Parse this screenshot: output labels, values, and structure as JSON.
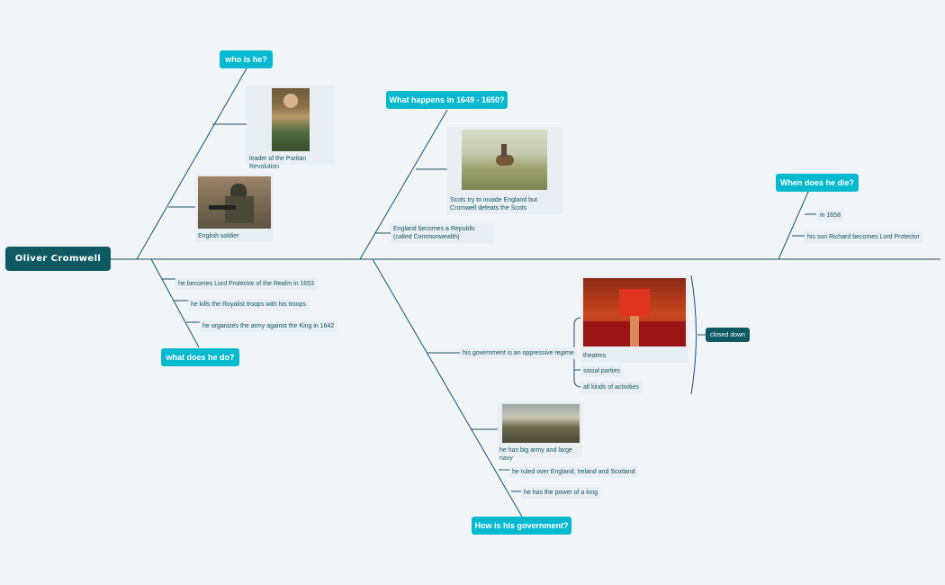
{
  "root": {
    "label": "Oliver Cromwell"
  },
  "topics": {
    "who": "who is he?",
    "what_does": "what does he do?",
    "happens": "What happens in 1649 - 1650?",
    "government": "How is his government?",
    "death": "When does he die?"
  },
  "who": {
    "leader": "leader of the Puritan Revolution",
    "soldier": "English soldier",
    "leader_image": "painting-of-cromwell",
    "soldier_image": "photo-of-soldier"
  },
  "what_does": {
    "items": [
      "he becomes Lord Protector of the Realm in 1653",
      "he kills the Royalist troops with his troops",
      "he organizes the army against the King in 1642"
    ]
  },
  "happens": {
    "scots": "Scots try to invade England but Cromwell defeats the Scots",
    "republic": "England becomes a Republic (called Commonwealth)",
    "scots_image": "battle-painting"
  },
  "government": {
    "oppressive": "his government is an oppressive regime",
    "theatres": "theatres",
    "parties": "social parties",
    "activities": "all kinds of activities",
    "closed": "closed down",
    "army": "he has big army and large navy",
    "ruled": "he ruled over England, Ireland and Scotland",
    "power": "he has the power of a king",
    "theatre_image": "theatre-interior",
    "army_image": "fleet-painting"
  },
  "death": {
    "year": "in 1658",
    "son": "his son Richard becomes Lord Protector"
  },
  "colors": {
    "root": "#0e5a63",
    "topic": "#07b9cf",
    "line": "#1e4f66",
    "background": "#f1f5f8"
  }
}
